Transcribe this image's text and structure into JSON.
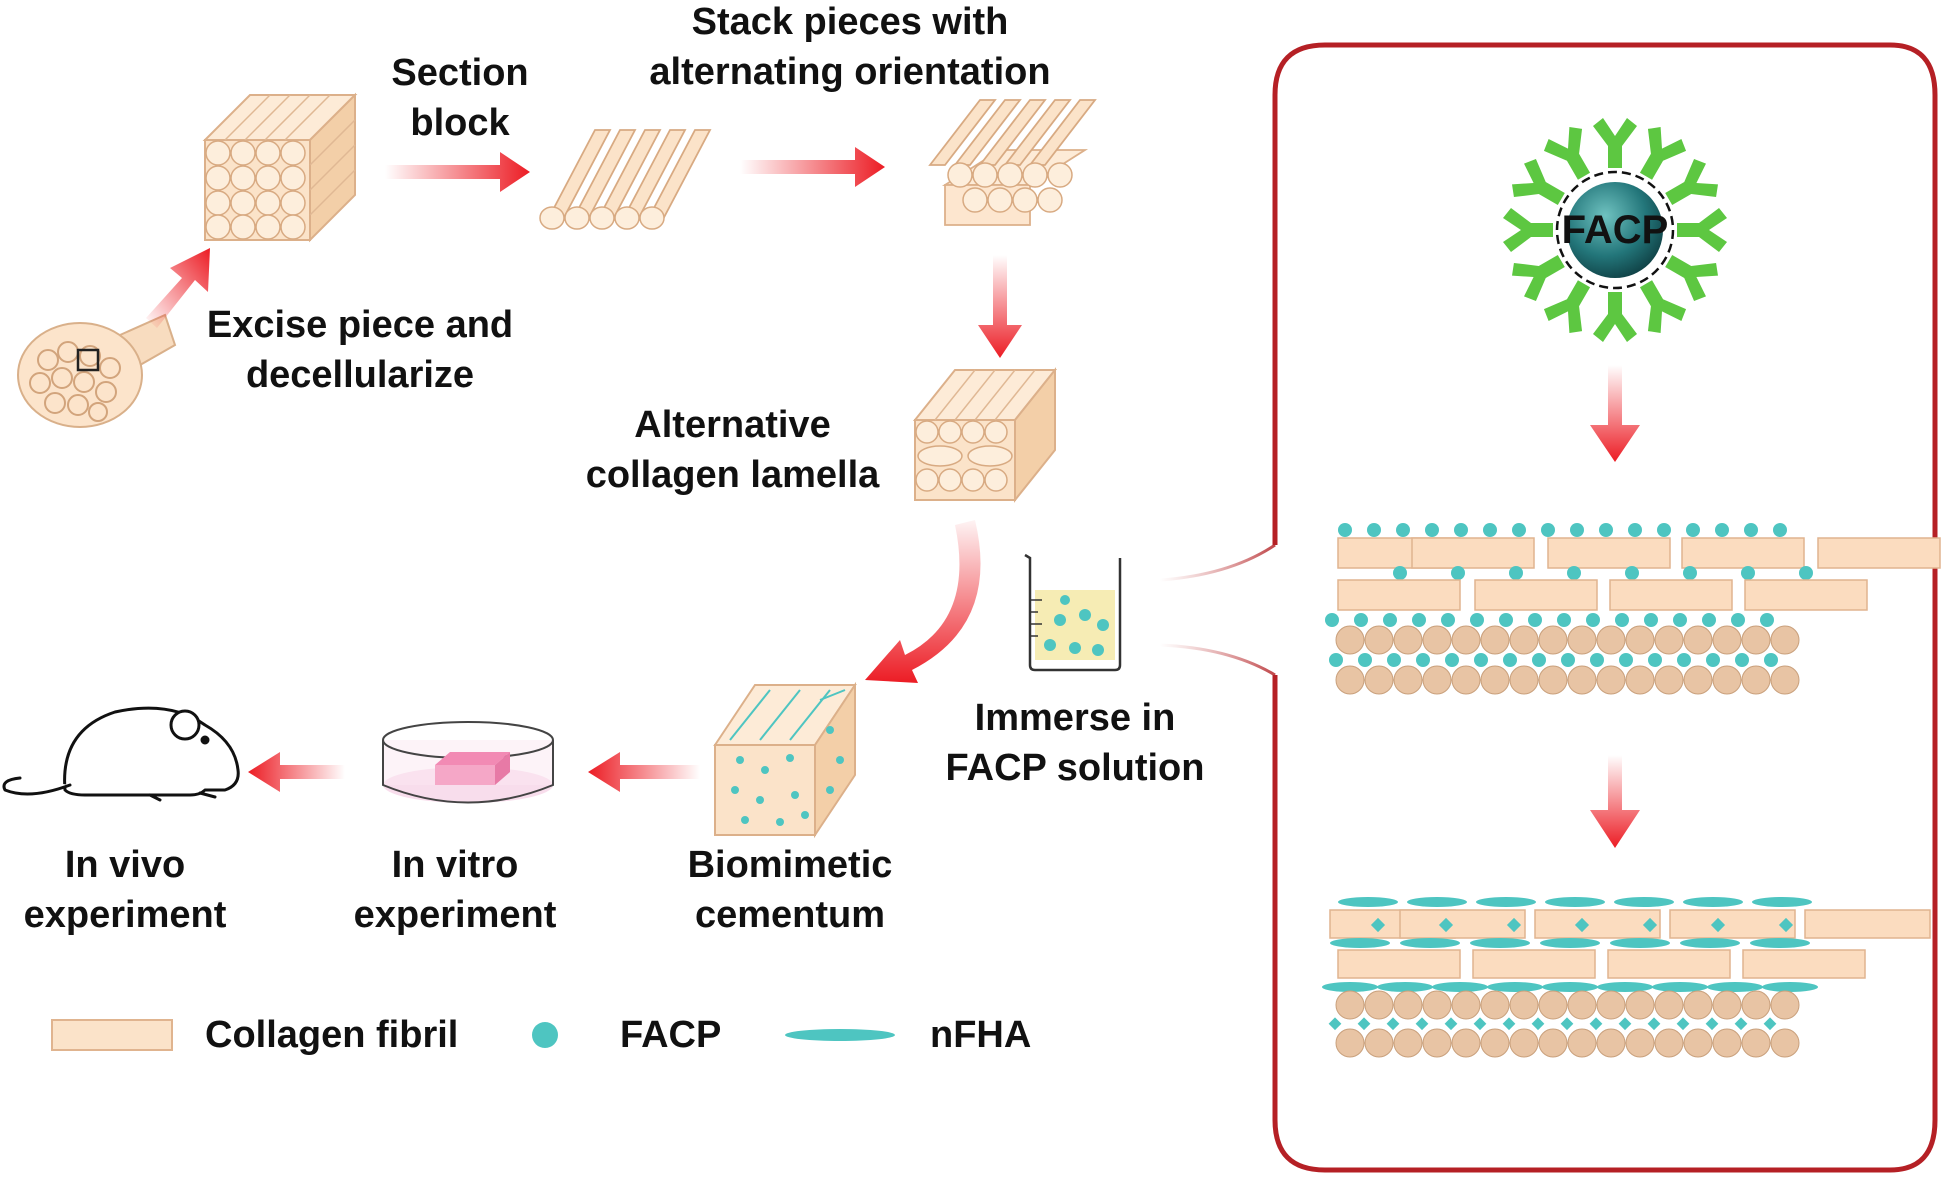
{
  "steps": {
    "section_block": [
      "Section",
      "block"
    ],
    "stack": [
      "Stack pieces with",
      "alternating orientation"
    ],
    "excise": [
      "Excise piece and",
      "decellularize"
    ],
    "lamella": [
      "Alternative",
      "collagen lamella"
    ],
    "immerse": [
      "Immerse in",
      "FACP solution"
    ],
    "biomimetic": [
      "Biomimetic",
      "cementum"
    ],
    "in_vitro": [
      "In vitro",
      "experiment"
    ],
    "in_vivo": [
      "In vivo",
      "experiment"
    ]
  },
  "nanoparticle_label": "FACP",
  "legend": {
    "collagen": "Collagen fibril",
    "facp": "FACP",
    "nfha": "nFHA"
  },
  "colors": {
    "collagen_fill": "#fbdcbf",
    "collagen_stroke": "#e0b48f",
    "facp_teal": "#4ec5c1",
    "circle_fill": "#e8c4a4",
    "arrow_red": "#ec1c24",
    "panel_border": "#b52025",
    "antibody_green": "#5dc741",
    "core_teal": "#1f6f73"
  }
}
